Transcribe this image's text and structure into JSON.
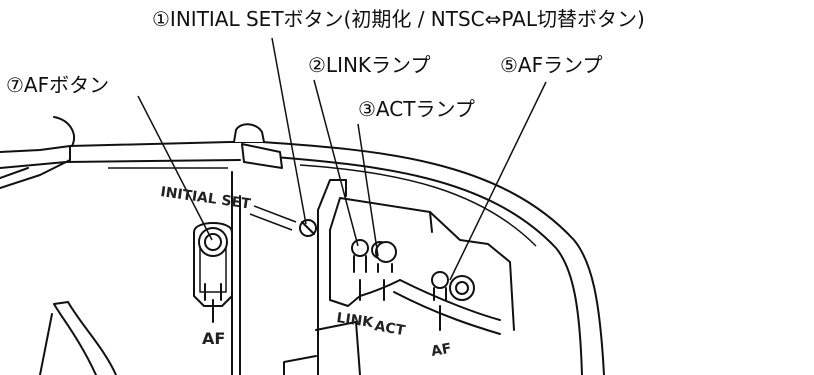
{
  "callouts": {
    "initial_set_button": "①INITIAL SETボタン(初期化 / NTSC⇔PAL切替ボタン)",
    "link_lamp": "②LINKランプ",
    "act_lamp": "③ACTランプ",
    "af_lamp": "⑤AFランプ",
    "af_button": "⑦AFボタン"
  },
  "engraved_labels": {
    "initial_set": "INITIAL SET",
    "af_button": "AF",
    "link": "LINK",
    "act": "ACT",
    "af_lamp": "AF"
  }
}
